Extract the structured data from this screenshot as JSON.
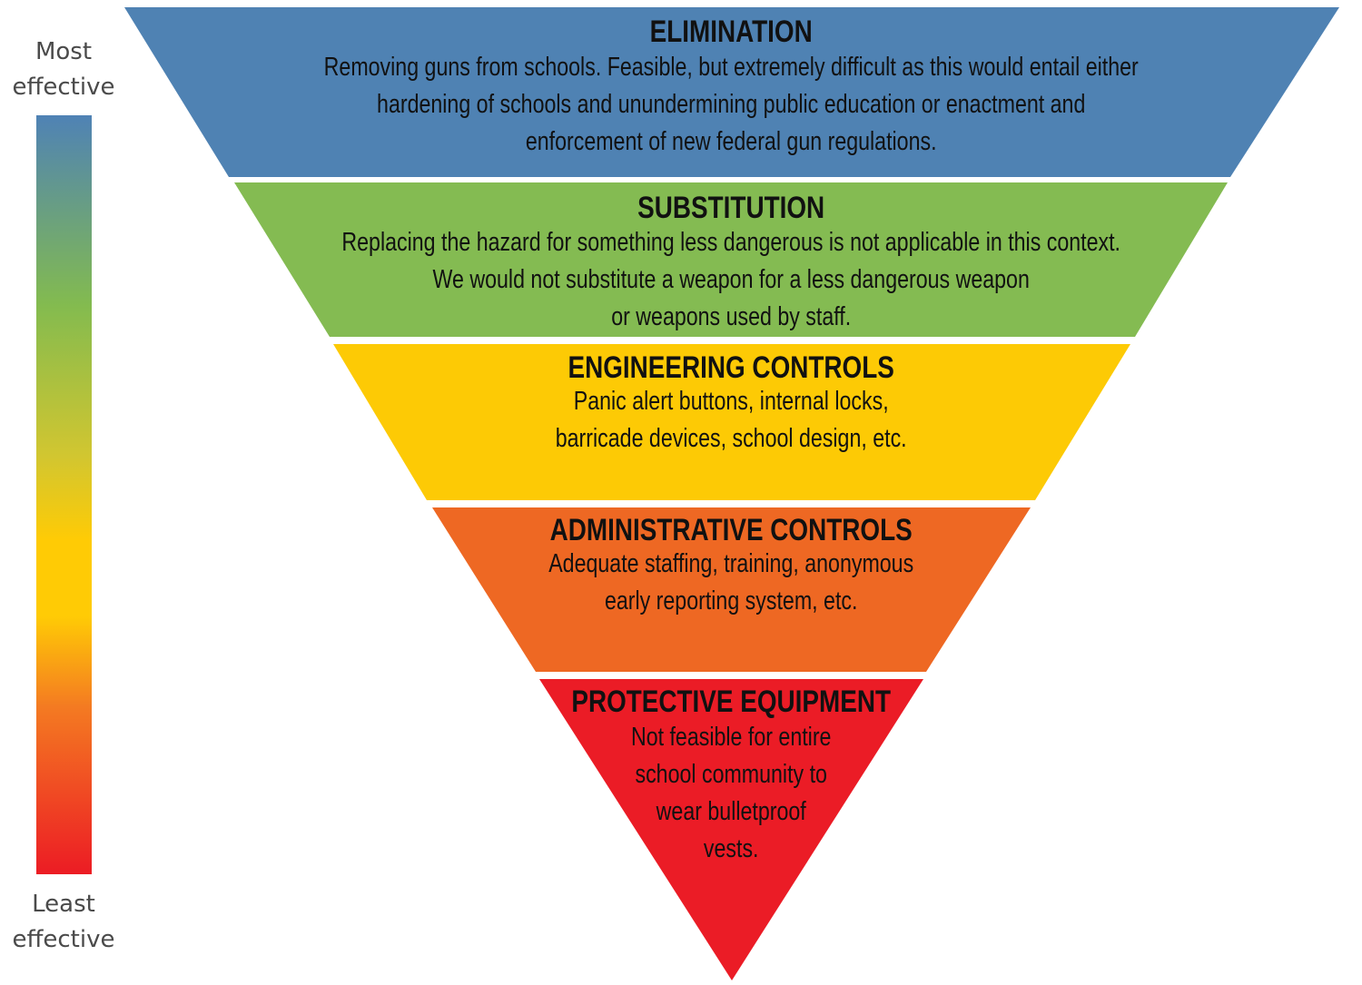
{
  "scale": {
    "top_label": "Most\neffective",
    "bottom_label": "Least\neffective",
    "gradient_colors": [
      "#4f82b5",
      "#83bb4f",
      "#ffcb05",
      "#f06a23",
      "#ec1c24"
    ]
  },
  "hierarchy": [
    {
      "title": "ELIMINATION",
      "description": "Removing guns from schools. Feasible, but extremely difficult as this would entail either\nhardening of schools and unundermining public education or enactment and\nenforcement of new federal gun regulations.",
      "color": "#4f82b3"
    },
    {
      "title": "SUBSTITUTION",
      "description": "Replacing the hazard for something less dangerous is not applicable in this context.\nWe would not substitute a weapon for a less dangerous weapon\nor weapons used by staff.",
      "color": "#84bb52"
    },
    {
      "title": "ENGINEERING CONTROLS",
      "description": "Panic alert buttons, internal locks,\nbarricade devices, school design, etc.",
      "color": "#fdca05"
    },
    {
      "title": "ADMINISTRATIVE CONTROLS",
      "description": "Adequate staffing, training, anonymous\nearly reporting system, etc.",
      "color": "#ee6823"
    },
    {
      "title": "PROTECTIVE EQUIPMENT",
      "description": "Not feasible for entire\nschool community to\nwear bulletproof\nvests.",
      "color": "#eb1c26"
    }
  ]
}
